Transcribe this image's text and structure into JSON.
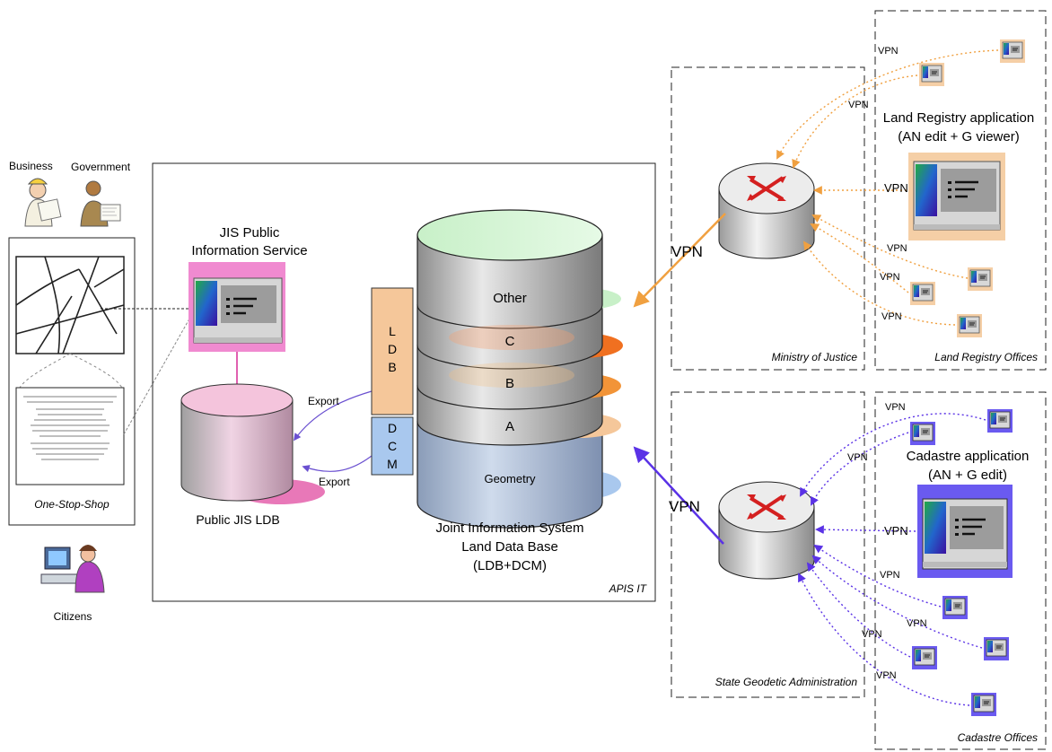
{
  "users": {
    "business": "Business",
    "government": "Government",
    "citizens": "Citizens"
  },
  "one_stop_shop": {
    "label": "One-Stop-Shop"
  },
  "public_service": {
    "title_line1": "JIS Public",
    "title_line2": "Information Service"
  },
  "public_ldb": {
    "label": "Public JIS LDB",
    "export_1": "Export",
    "export_2": "Export"
  },
  "ldb_box": {
    "letters": [
      "L",
      "D",
      "B"
    ]
  },
  "dcm_box": {
    "letters": [
      "D",
      "C",
      "M"
    ]
  },
  "database": {
    "layers": [
      "Other",
      "C",
      "B",
      "A",
      "Geometry"
    ],
    "caption_line1": "Joint Information System",
    "caption_line2": "Land Data Base",
    "caption_line3": "(LDB+DCM)"
  },
  "apis_it": {
    "label": "APIS IT"
  },
  "ministry": {
    "label": "Ministry of Justice",
    "vpn": "VPN"
  },
  "land_registry": {
    "label": "Land Registry Offices",
    "app_line1": "Land Registry application",
    "app_line2": "(AN edit + G viewer)",
    "vpn_labels": [
      "VPN",
      "VPN",
      "VPN",
      "VPN",
      "VPN",
      "VPN"
    ]
  },
  "state_geodetic": {
    "label": "State Geodetic Administration",
    "vpn": "VPN"
  },
  "cadastre": {
    "label": "Cadastre Offices",
    "app_line1": "Cadastre application",
    "app_line2": "(AN + G edit)",
    "vpn_labels": [
      "VPN",
      "VPN",
      "VPN",
      "VPN",
      "VPN",
      "VPN",
      "VPN"
    ]
  },
  "colors": {
    "orange": "#f0a040",
    "purple": "#5a32e6",
    "pink": "#f090d0",
    "ldb_fill": "#f5c79a",
    "dcm_fill": "#a9c8ee"
  }
}
